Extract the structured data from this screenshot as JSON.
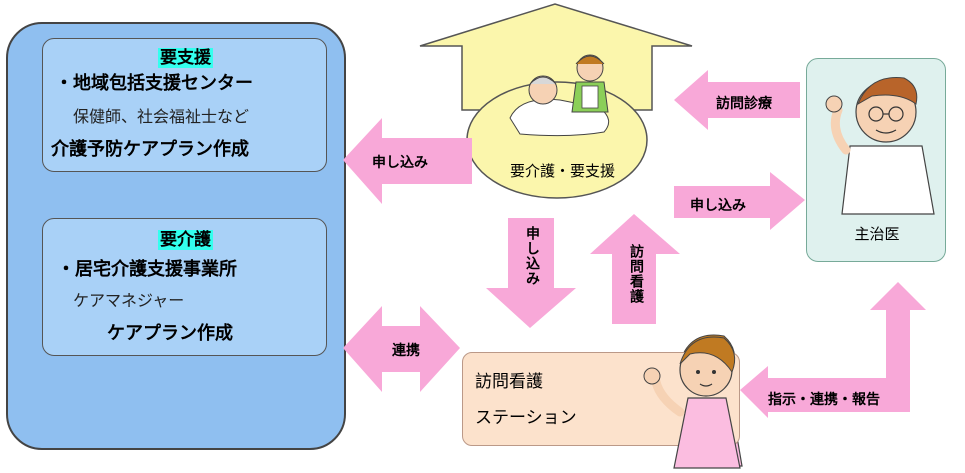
{
  "left_panel": {
    "support_section": {
      "heading": "要支援",
      "org": "・地域包括支援センター",
      "staff": "保健師、社会福祉士など",
      "task": "介護予防ケアプラン作成"
    },
    "care_section": {
      "heading": "要介護",
      "org": "・居宅介護支援事業所",
      "staff": "ケアマネジャー",
      "task": "ケアプラン作成"
    }
  },
  "center": {
    "patient_label": "要介護・要支援"
  },
  "doctor": {
    "label": "主治医"
  },
  "station": {
    "line1": "訪問看護",
    "line2": "ステーション"
  },
  "arrows": {
    "apply_left": "申し込み",
    "home_visit_treatment": "訪問診療",
    "apply_doctor": "申し込み",
    "apply_down": "申し込み",
    "visiting_nursing": "訪問看護",
    "cooperation": "連携",
    "instruction": "指示・連携・報告"
  },
  "colors": {
    "arrow_pink": "#f8a8d8",
    "house_yellow": "#fbf6ac",
    "panel_blue": "#8fbff0",
    "highlight_cyan": "#33ffee"
  }
}
